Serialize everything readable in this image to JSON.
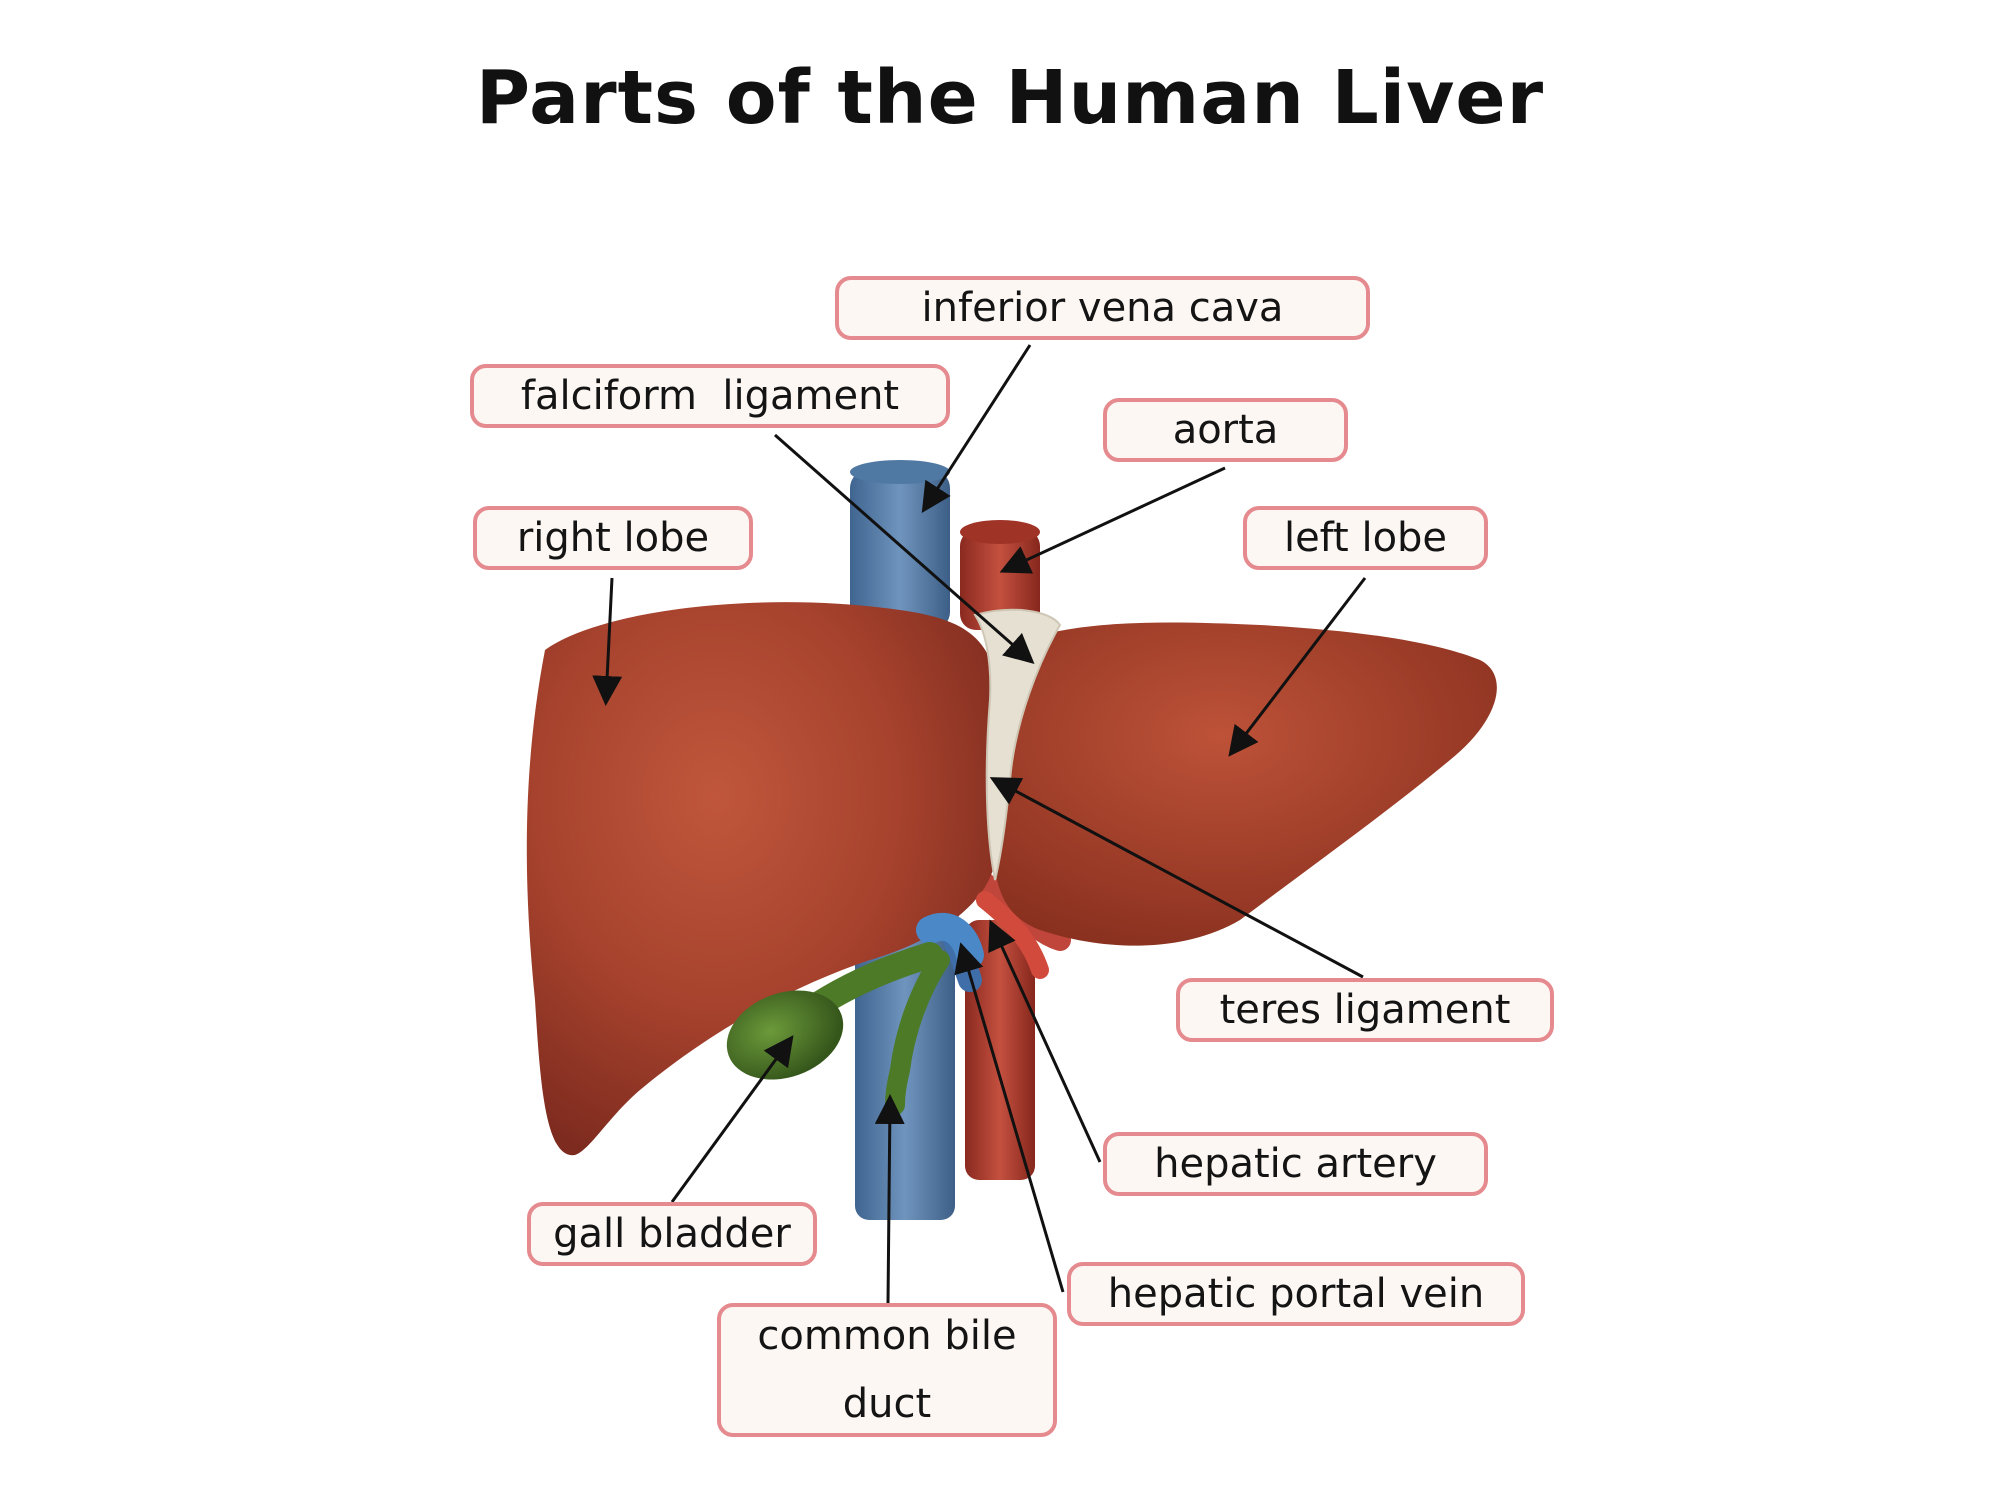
{
  "title": "Parts of the Human Liver",
  "labels": {
    "inferior_vena_cava": "inferior vena cava",
    "falciform_ligament": "falciform  ligament",
    "aorta": "aorta",
    "right_lobe": "right lobe",
    "left_lobe": "left lobe",
    "teres_ligament": "teres ligament",
    "hepatic_artery": "hepatic artery",
    "gall_bladder": "gall bladder",
    "hepatic_portal_vein": "hepatic portal vein",
    "common_bile_duct": "common bile\nduct"
  },
  "colors": {
    "label_border": "#e58a8e",
    "label_fill": "#fdf7f3",
    "liver": "#a8432e",
    "vena_cava": "#5b7fa6",
    "aorta": "#b13a2e",
    "gall_bladder": "#4f7a2a",
    "ligament": "#e8e2d6"
  }
}
